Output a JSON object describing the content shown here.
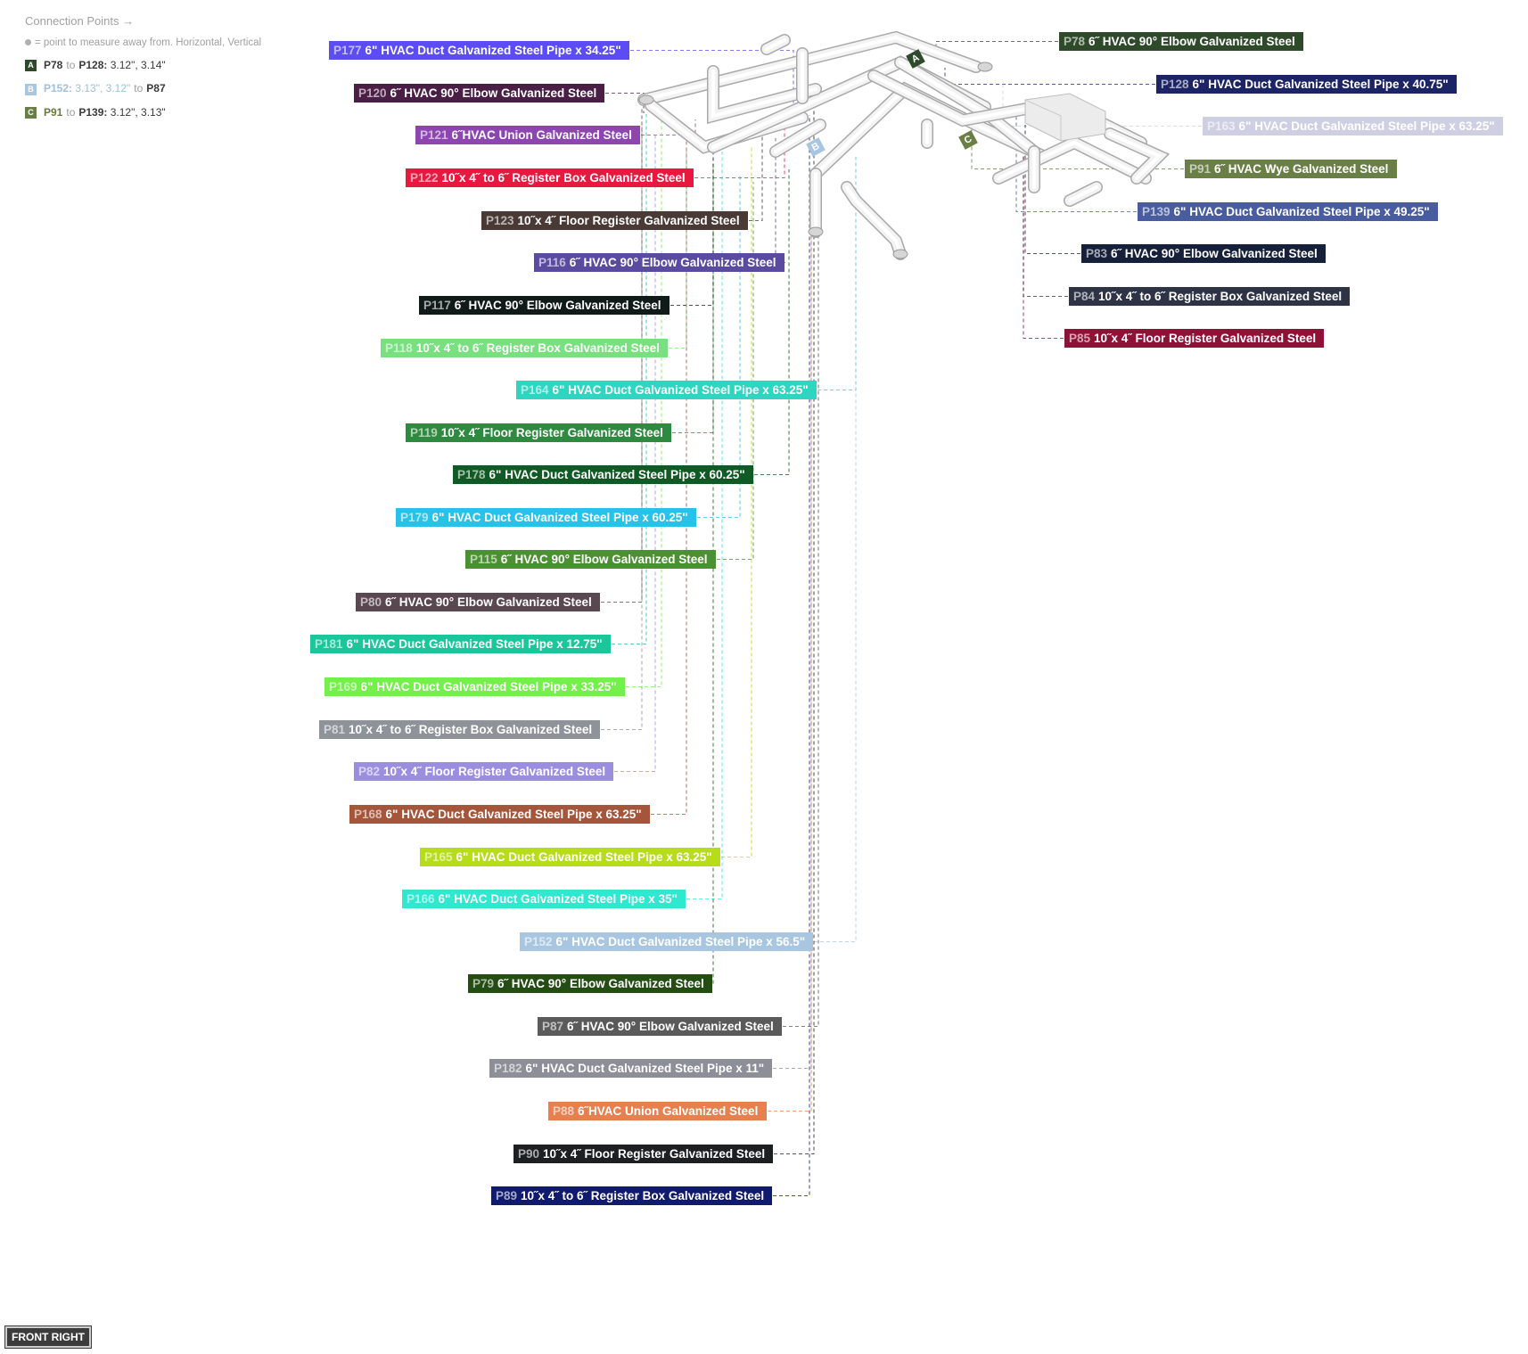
{
  "legend": {
    "title": "Connection Points →",
    "hint": "= point to measure away from. Horizontal, Vertical",
    "rows": [
      {
        "key": "A",
        "color": "#2d4a2b",
        "from": "P78",
        "to_word": "to",
        "to": "P128:",
        "value": "3.12\", 3.14\""
      },
      {
        "key": "B",
        "color": "#a8c6e0",
        "from": "P152:",
        "value": "3.13\", 3.12\"",
        "to_word": "to",
        "to": "P87"
      },
      {
        "key": "C",
        "color": "#6a7f45",
        "from": "P91",
        "to_word": "to",
        "to": "P139:",
        "value": "3.12\", 3.13\""
      }
    ]
  },
  "markers": [
    {
      "key": "A",
      "color": "#2d4a2b"
    },
    {
      "key": "B",
      "color": "#a8c6e0"
    },
    {
      "key": "C",
      "color": "#6a7f45"
    }
  ],
  "view_label": "FRONT RIGHT",
  "parts": [
    {
      "id": "P177",
      "name": "6\" HVAC Duct Galvanized Steel Pipe x 34.25\"",
      "color": "#5b4cf5",
      "side": "left"
    },
    {
      "id": "P120",
      "name": "6˝ HVAC 90° Elbow Galvanized Steel",
      "color": "#4a1e45",
      "side": "left"
    },
    {
      "id": "P121",
      "name": "6˝HVAC Union Galvanized Steel",
      "color": "#8d45b0",
      "side": "left"
    },
    {
      "id": "P122",
      "name": "10˝x 4˝ to 6˝ Register Box Galvanized Steel",
      "color": "#e8193e",
      "side": "left"
    },
    {
      "id": "P123",
      "name": "10˝x 4˝ Floor Register Galvanized Steel",
      "color": "#4a3a36",
      "side": "left"
    },
    {
      "id": "P116",
      "name": "6˝ HVAC 90° Elbow Galvanized Steel",
      "color": "#5a4ba0",
      "side": "left"
    },
    {
      "id": "P117",
      "name": "6˝ HVAC 90° Elbow Galvanized Steel",
      "color": "#101a18",
      "side": "left"
    },
    {
      "id": "P118",
      "name": "10˝x 4˝ to 6˝ Register Box Galvanized Steel",
      "color": "#78e07e",
      "side": "left"
    },
    {
      "id": "P164",
      "name": "6\" HVAC Duct Galvanized Steel Pipe x 63.25\"",
      "color": "#2ed5c0",
      "side": "left"
    },
    {
      "id": "P119",
      "name": "10˝x 4˝ Floor Register Galvanized Steel",
      "color": "#2e8a3e",
      "side": "left"
    },
    {
      "id": "P178",
      "name": "6\" HVAC Duct Galvanized Steel Pipe x 60.25\"",
      "color": "#0f5a25",
      "side": "left"
    },
    {
      "id": "P179",
      "name": "6\" HVAC Duct Galvanized Steel Pipe x 60.25\"",
      "color": "#25c3ea",
      "side": "left"
    },
    {
      "id": "P115",
      "name": "6˝ HVAC 90° Elbow Galvanized Steel",
      "color": "#4b9032",
      "side": "left"
    },
    {
      "id": "P80",
      "name": "6˝ HVAC 90° Elbow Galvanized Steel",
      "color": "#5a4850",
      "side": "left"
    },
    {
      "id": "P181",
      "name": "6\" HVAC Duct Galvanized Steel Pipe x 12.75\"",
      "color": "#19c79a",
      "side": "left"
    },
    {
      "id": "P169",
      "name": "6\" HVAC Duct Galvanized Steel Pipe x 33.25\"",
      "color": "#74f04a",
      "side": "left"
    },
    {
      "id": "P81",
      "name": "10˝x 4˝ to 6˝ Register Box Galvanized Steel",
      "color": "#8e9299",
      "side": "left"
    },
    {
      "id": "P82",
      "name": "10˝x 4˝ Floor Register Galvanized Steel",
      "color": "#9b8ee0",
      "side": "left"
    },
    {
      "id": "P168",
      "name": "6\" HVAC Duct Galvanized Steel Pipe x 63.25\"",
      "color": "#a5553a",
      "side": "left"
    },
    {
      "id": "P165",
      "name": "6\" HVAC Duct Galvanized Steel Pipe x 63.25\"",
      "color": "#b7dc1a",
      "side": "left"
    },
    {
      "id": "P166",
      "name": "6\" HVAC Duct Galvanized Steel Pipe x 35\"",
      "color": "#2ee8d0",
      "side": "left"
    },
    {
      "id": "P152",
      "name": "6\" HVAC Duct Galvanized Steel Pipe x 56.5\"",
      "color": "#a8c6e0",
      "side": "left"
    },
    {
      "id": "P79",
      "name": "6˝ HVAC 90° Elbow Galvanized Steel",
      "color": "#244d14",
      "side": "left"
    },
    {
      "id": "P87",
      "name": "6˝ HVAC 90° Elbow Galvanized Steel",
      "color": "#5a5a5a",
      "side": "left"
    },
    {
      "id": "P182",
      "name": "6\" HVAC Duct Galvanized Steel Pipe x 11\"",
      "color": "#8c8e98",
      "side": "left"
    },
    {
      "id": "P88",
      "name": "6˝HVAC Union Galvanized Steel",
      "color": "#e6804f",
      "side": "left"
    },
    {
      "id": "P90",
      "name": "10˝x 4˝ Floor Register Galvanized Steel",
      "color": "#1d2023",
      "side": "left"
    },
    {
      "id": "P89",
      "name": "10˝x 4˝ to 6˝ Register Box Galvanized Steel",
      "color": "#101a6e",
      "side": "left"
    },
    {
      "id": "P78",
      "name": "6˝ HVAC 90° Elbow Galvanized Steel",
      "color": "#2f4a2b",
      "side": "right"
    },
    {
      "id": "P128",
      "name": "6\" HVAC Duct Galvanized Steel Pipe x 40.75\"",
      "color": "#1c2466",
      "side": "right"
    },
    {
      "id": "P163",
      "name": "6\" HVAC Duct Galvanized Steel Pipe x 63.25\"",
      "color": "#cfcfe4",
      "side": "right"
    },
    {
      "id": "P91",
      "name": "6˝ HVAC Wye Galvanized Steel",
      "color": "#6a7f45",
      "side": "right"
    },
    {
      "id": "P139",
      "name": "6\" HVAC Duct Galvanized Steel Pipe x 49.25\"",
      "color": "#4a5ca0",
      "side": "right"
    },
    {
      "id": "P83",
      "name": "6˝ HVAC 90° Elbow Galvanized Steel",
      "color": "#16203a",
      "side": "right"
    },
    {
      "id": "P84",
      "name": "10˝x 4˝ to 6˝ Register Box Galvanized Steel",
      "color": "#2e3345",
      "side": "right"
    },
    {
      "id": "P85",
      "name": "10˝x 4˝ Floor Register Galvanized Steel",
      "color": "#8d1236",
      "side": "right"
    }
  ]
}
